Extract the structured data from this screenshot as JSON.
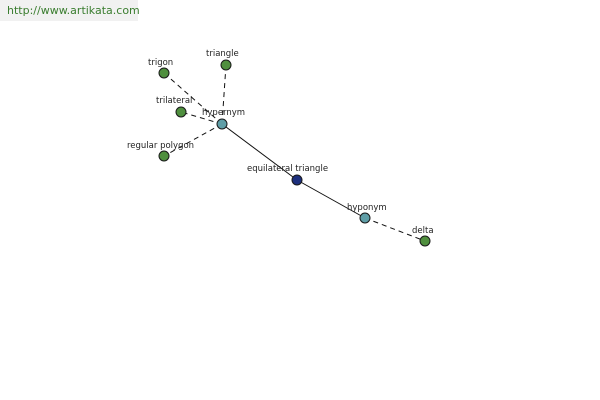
{
  "banner": {
    "url_text": "http://www.artikata.com"
  },
  "colors": {
    "leaf": "#4f8f3e",
    "relation": "#5f9ea7",
    "center": "#1c2f7d"
  },
  "graph": {
    "nodes": [
      {
        "id": "trigon",
        "label": "trigon",
        "kind": "leaf"
      },
      {
        "id": "triangle",
        "label": "triangle",
        "kind": "leaf"
      },
      {
        "id": "trilateral",
        "label": "trilateral",
        "kind": "leaf"
      },
      {
        "id": "hypernym",
        "label": "hypernym",
        "kind": "relation"
      },
      {
        "id": "regular-polygon",
        "label": "regular polygon",
        "kind": "leaf"
      },
      {
        "id": "equilateral-triangle",
        "label": "equilateral triangle",
        "kind": "center"
      },
      {
        "id": "hyponym",
        "label": "hyponym",
        "kind": "relation"
      },
      {
        "id": "delta",
        "label": "delta",
        "kind": "leaf"
      }
    ],
    "edges": [
      {
        "from": "hypernym",
        "to": "trigon",
        "style": "dashed"
      },
      {
        "from": "hypernym",
        "to": "triangle",
        "style": "dashed"
      },
      {
        "from": "hypernym",
        "to": "trilateral",
        "style": "dashed"
      },
      {
        "from": "hypernym",
        "to": "regular-polygon",
        "style": "dashed"
      },
      {
        "from": "hypernym",
        "to": "equilateral-triangle",
        "style": "solid"
      },
      {
        "from": "equilateral-triangle",
        "to": "hyponym",
        "style": "solid"
      },
      {
        "from": "hyponym",
        "to": "delta",
        "style": "dashed"
      }
    ]
  }
}
